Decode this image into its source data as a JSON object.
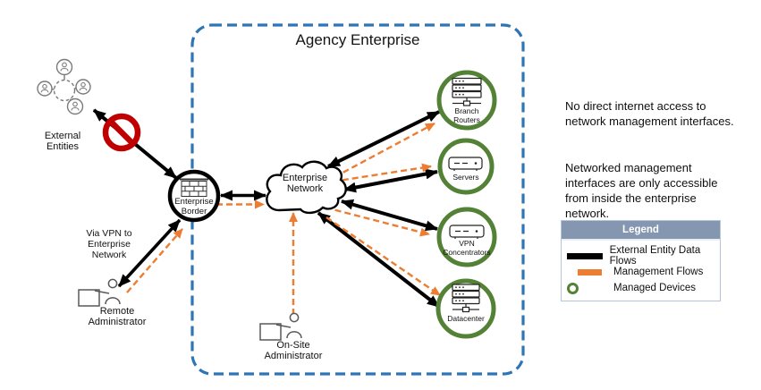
{
  "title": "Agency Enterprise",
  "nodes": {
    "external_entities": "External Entities",
    "enterprise_border": "Enterprise Border",
    "enterprise_network": "Enterprise Network",
    "branch_routers": "Branch Routers",
    "servers": "Servers",
    "vpn_concentrators": "VPN Concentrators",
    "datacenter": "Datacenter",
    "remote_administrator": "Remote Administrator",
    "onsite_administrator": "On-Site Administrator"
  },
  "annotations": {
    "vpn_path_note": "Via VPN to Enterprise Network",
    "note_no_direct_access": "No direct internet access to network management interfaces.",
    "note_inside_only": "Networked management interfaces are only accessible from inside the enterprise network."
  },
  "legend": {
    "title": "Legend",
    "items": [
      {
        "swatch": "black-line-swatch",
        "label": "External Entity Data Flows"
      },
      {
        "swatch": "orange-line-swatch",
        "label": "Management Flows"
      },
      {
        "swatch": "green-ring-swatch",
        "label": "Managed Devices"
      }
    ]
  },
  "icons": {
    "external_entities": "people-network-icon",
    "no_access": "prohibition-icon",
    "enterprise_border": "firewall-brick-icon",
    "enterprise_network": "cloud-icon",
    "branch_routers": "router-stack-icon",
    "servers": "rack-appliance-icon",
    "vpn_concentrators": "rack-appliance-icon",
    "datacenter": "server-stack-icon",
    "administrator": "person-at-whiteboard-icon"
  },
  "colors": {
    "boundary_blue": "#2E75B6",
    "data_flow_black": "#000000",
    "management_flow_orange": "#ED7D31",
    "managed_device_green": "#538135",
    "no_access_red": "#C00000",
    "legend_header_bg": "#8496B0"
  }
}
